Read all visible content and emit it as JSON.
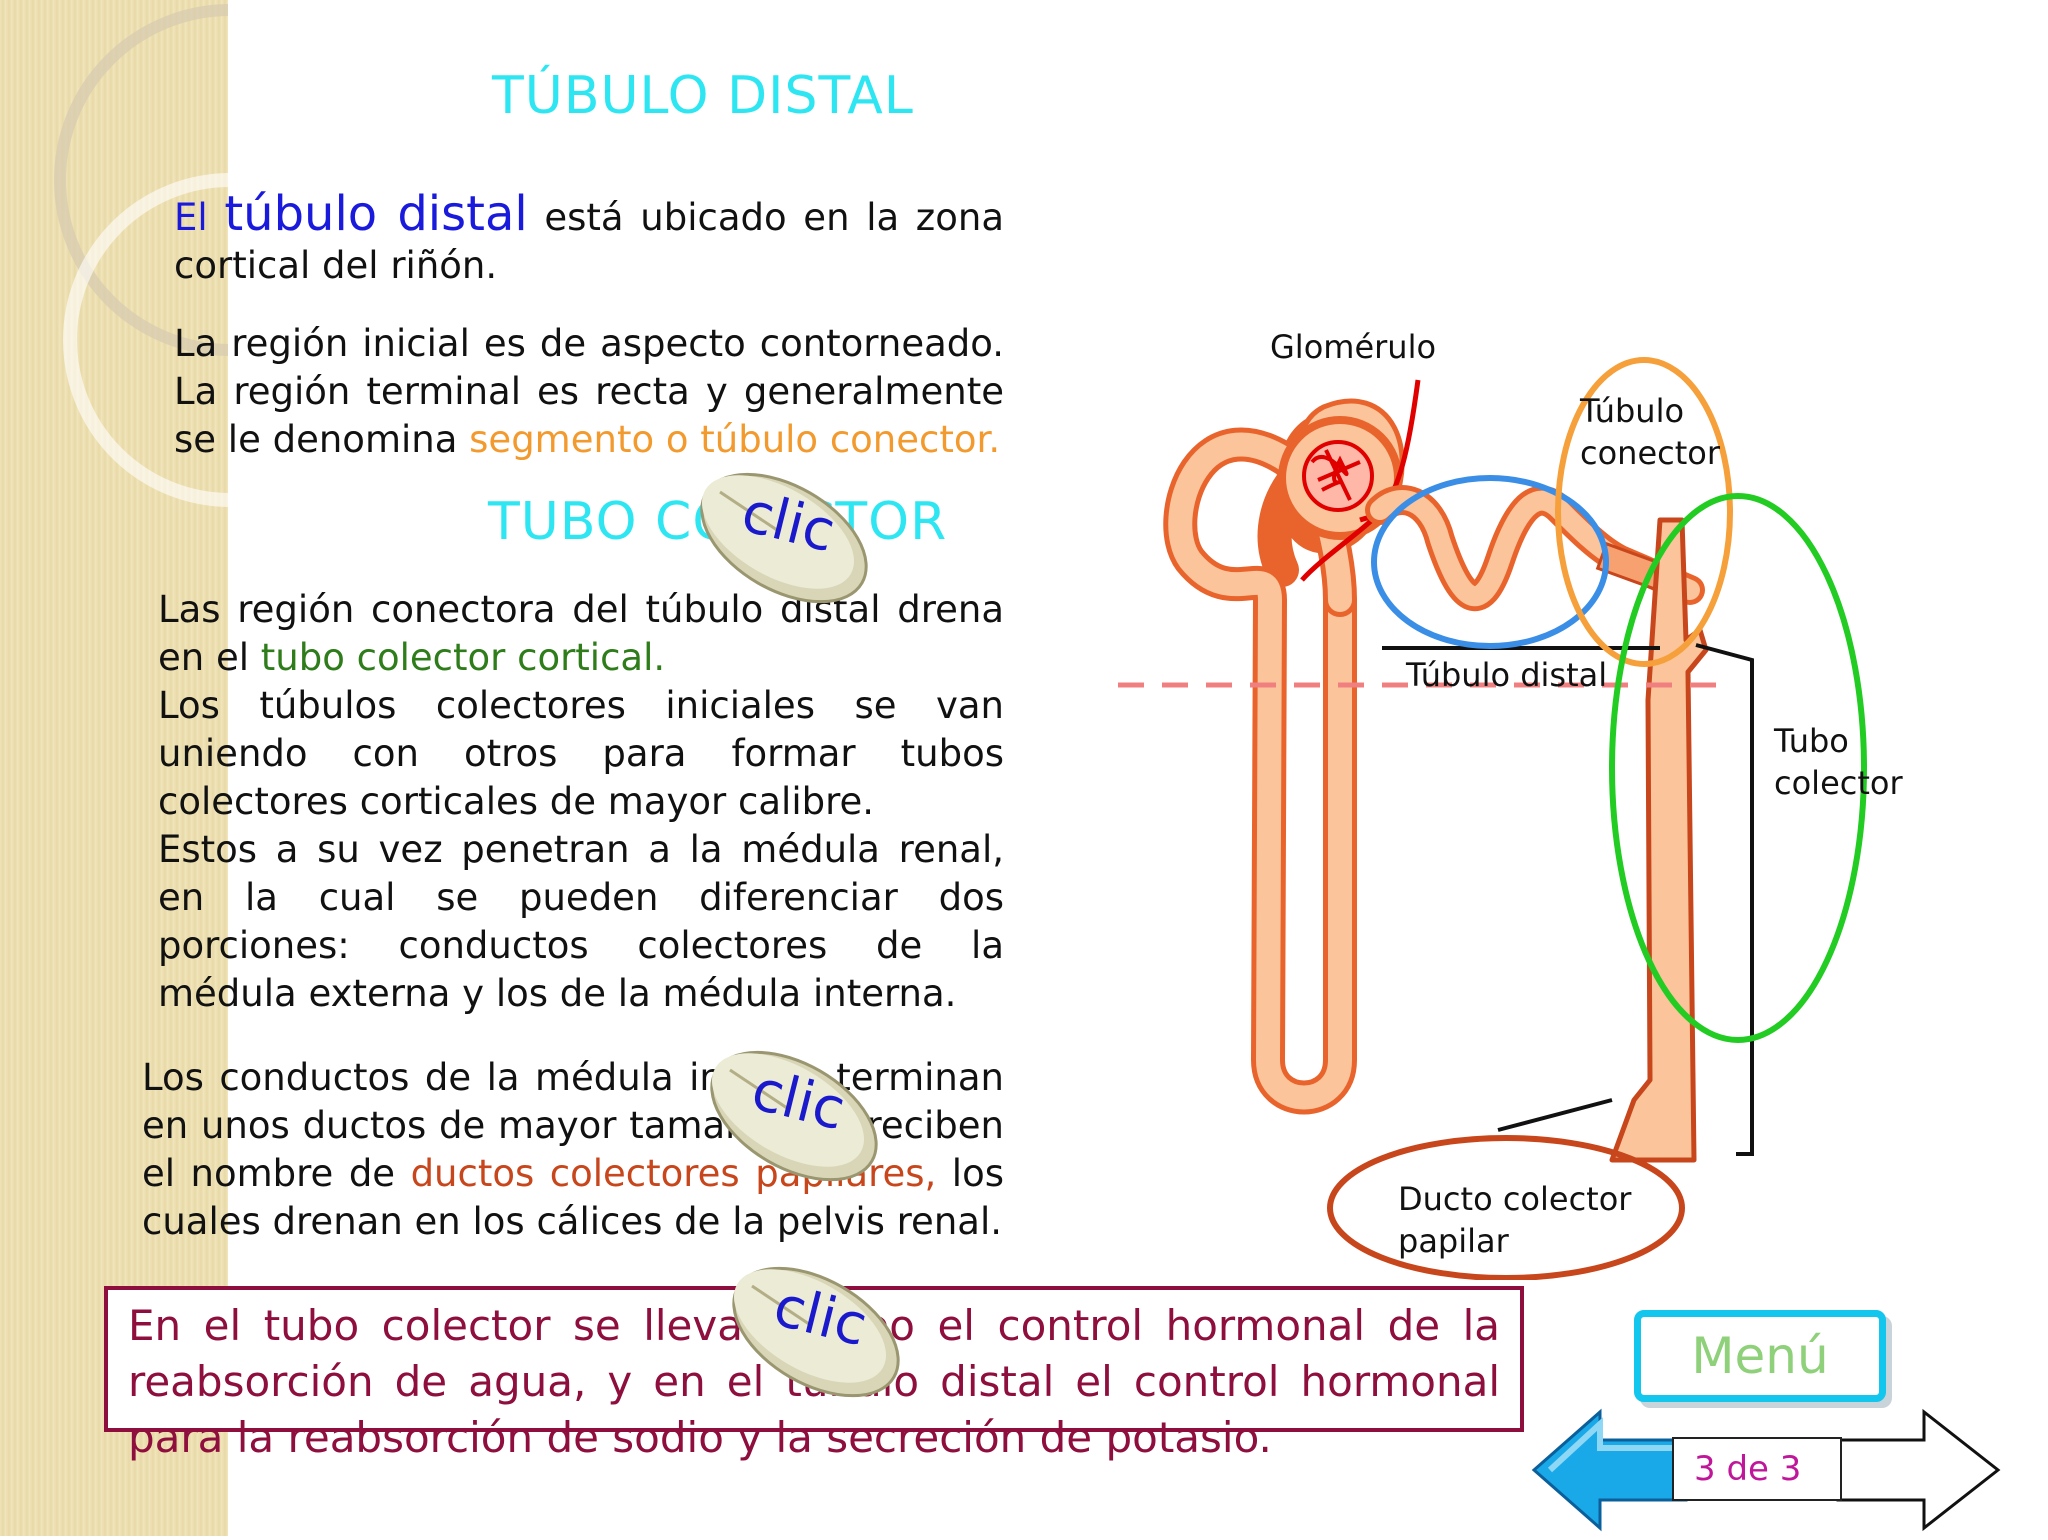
{
  "slide": {
    "title_distal": "TÚBULO DISTAL",
    "p1": {
      "pre": "El ",
      "highlight": "túbulo distal",
      "post": " está ubicado en la zona cortical del riñón."
    },
    "p2": {
      "text": "La región inicial es de aspecto contorneado. La región terminal es recta y generalmente se le denomina ",
      "highlight": "segmento o túbulo conector."
    },
    "title_colector": "TUBO COLECTOR",
    "p3": {
      "pre": "Las región conectora del túbulo distal drena en el ",
      "highlight": "tubo colector  cortical.",
      "rest1": "Los túbulos colectores iniciales se van uniendo con otros para formar tubos colectores corticales de mayor calibre.",
      "rest2": "Estos a su vez  penetran  a la médula renal, en la cual se pueden diferenciar dos porciones: conductos colectores de la médula externa y los de la médula interna."
    },
    "p4": {
      "pre": "Los conductos de la médula interna terminan en unos ductos de mayor tamaño que reciben el nombre de ",
      "highlight": "ductos colectores papilares,",
      "post": " los cuales drenan en los cálices de la pelvis renal."
    },
    "boxed_text": "En el tubo colector se lleva a cabo el control hormonal de la reabsorción de agua, y en el túbulo distal el control hormonal para la reabsorción de sodio y la secreción de potasio."
  },
  "diagram": {
    "labels": {
      "glomerulo": "Glomérulo",
      "tubulo_conector": "Túbulo conector",
      "tubulo_distal": "Túbulo distal",
      "tubo_colector": "Tubo colector",
      "ducto_colector_papilar": "Ducto colector papilar"
    },
    "colors": {
      "tubule_fill": "#fbc49a",
      "tubule_stroke": "#e8642c",
      "distal_circle": "#3a8ee6",
      "conector_circle": "#f5a03a",
      "colector_circle": "#22cc22",
      "papilar_circle": "#c8461c",
      "dashed_line": "#f08080"
    }
  },
  "clic_buttons": [
    "clic",
    "clic",
    "clic"
  ],
  "nav": {
    "menu_label": "Menú",
    "page_indicator": "3 de 3",
    "prev_icon": "arrow-left-icon",
    "next_icon": "arrow-right-icon"
  }
}
